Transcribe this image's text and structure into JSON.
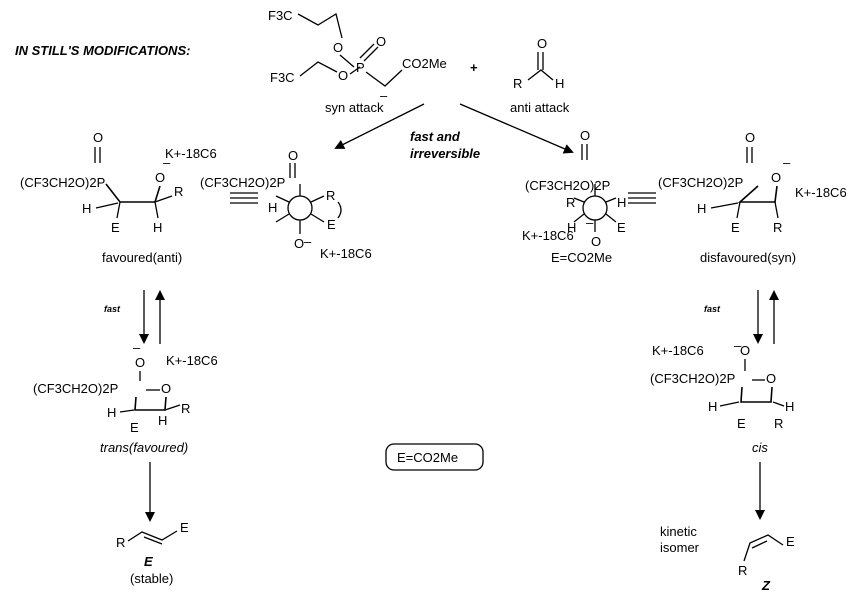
{
  "heading": "IN STILL'S MODIFICATIONS:",
  "reagent": {
    "f3c_top": "F3C",
    "f3c_bottom": "F3C",
    "ester": "CO2Me",
    "minus": "–",
    "plus": "+",
    "aldehyde_r": "R",
    "aldehyde_h": "H",
    "oxygen": "O"
  },
  "attack_labels": {
    "syn": "syn attack",
    "anti": "anti attack"
  },
  "arrow_label": {
    "line1": "fast and",
    "line2": "irreversible"
  },
  "left": {
    "phosphonate": "(CF3CH2O)2P",
    "k18c6": "K+-18C6",
    "label_anti": "favoured(anti)",
    "fast": "fast",
    "oxaphos_label": "trans(favoured)",
    "product_letter": "E",
    "product_note": "(stable)"
  },
  "right": {
    "phosphonate": "(CF3CH2O)2P",
    "k18c6": "K+-18C6",
    "ester_def": "E=CO2Me",
    "label_syn": "disfavoured(syn)",
    "fast": "fast",
    "oxaphos_label": "cis",
    "kinetic_line1": "kinetic",
    "kinetic_line2": "isomer",
    "product_letter": "Z"
  },
  "center_box": "E=CO2Me",
  "atoms": {
    "H": "H",
    "E": "E",
    "R": "R",
    "O": "O",
    "P": "P"
  }
}
